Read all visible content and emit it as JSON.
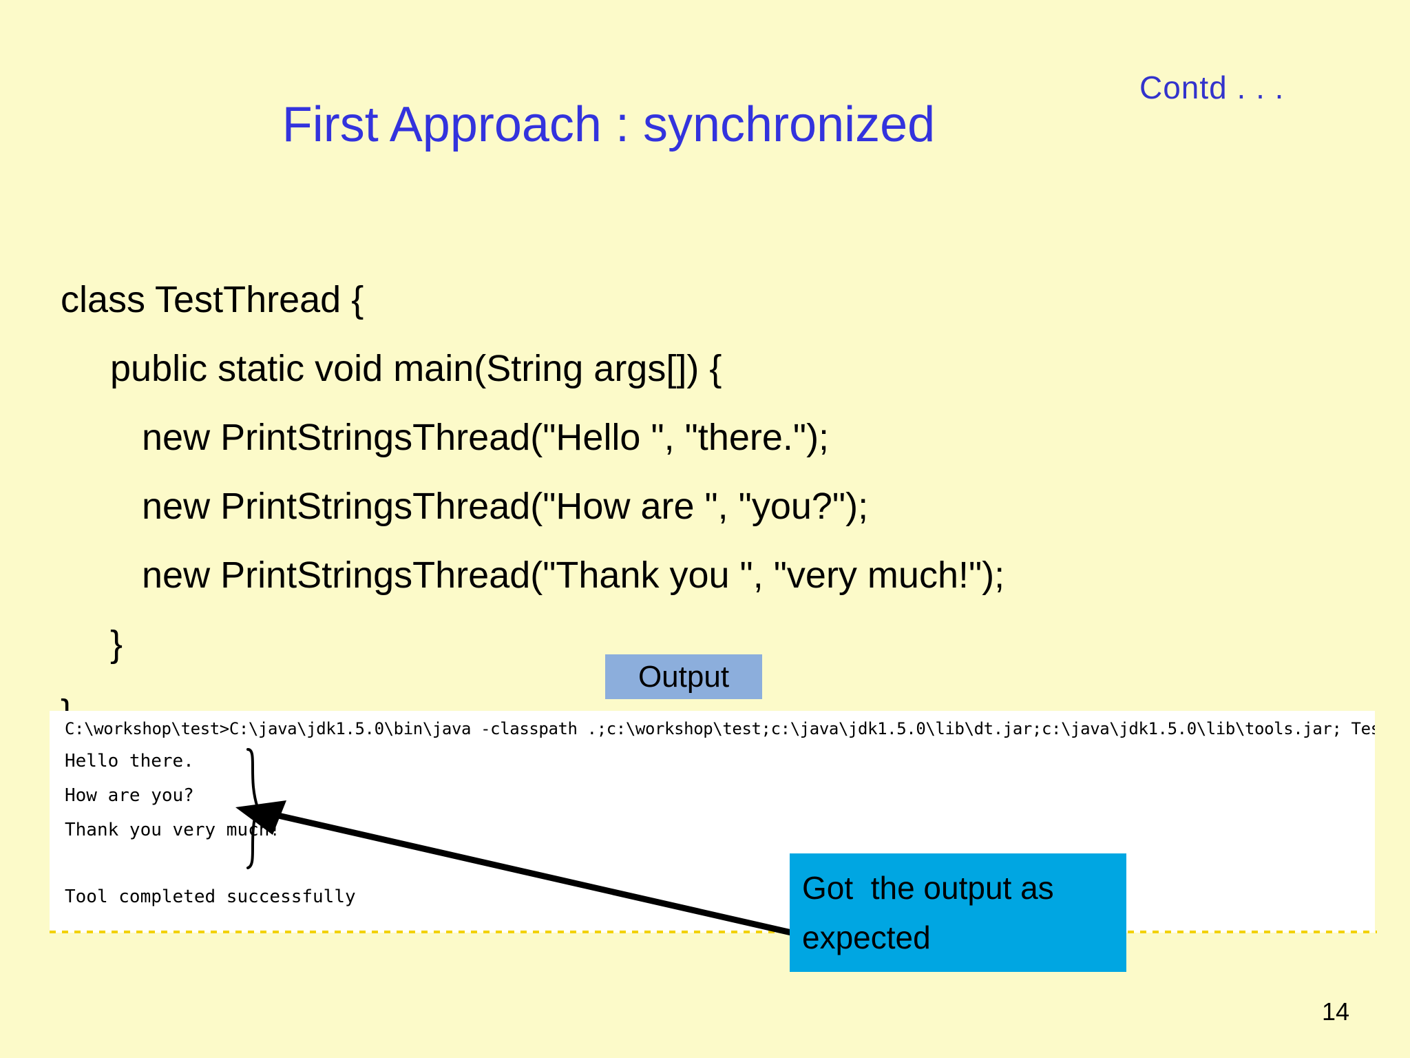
{
  "slide": {
    "page_number": "14",
    "background_color": "#FCFAC9",
    "title": "First Approach : synchronized",
    "title_color": "#3333DD",
    "continuation_label": "Contd . . ."
  },
  "code": {
    "lines": [
      {
        "indent": 0,
        "text": "class TestThread {"
      },
      {
        "indent": 1,
        "text": "public static void main(String args[]) {"
      },
      {
        "indent": 2,
        "text": "new PrintStringsThread(\"Hello \", \"there.\");"
      },
      {
        "indent": 2,
        "text": "new PrintStringsThread(\"How are \", \"you?\");"
      },
      {
        "indent": 2,
        "text": "new PrintStringsThread(\"Thank you \", \"very much!\");"
      },
      {
        "indent": 1,
        "text": "}"
      },
      {
        "indent": 0,
        "text": "}"
      }
    ]
  },
  "output_label": {
    "text": "Output",
    "background_color": "#8CAEDC"
  },
  "console": {
    "command": "C:\\workshop\\test>C:\\java\\jdk1.5.0\\bin\\java -classpath .;c:\\workshop\\test;c:\\java\\jdk1.5.0\\lib\\dt.jar;c:\\java\\jdk1.5.0\\lib\\tools.jar; TestThread",
    "output_lines": [
      "Hello there.",
      "How are you?",
      "Thank you very much!"
    ],
    "status": "Tool completed successfully",
    "background_color": "#FFFFFF"
  },
  "callout": {
    "line1": "Got  the output as",
    "line2": "expected",
    "background_color": "#00A6E2"
  }
}
